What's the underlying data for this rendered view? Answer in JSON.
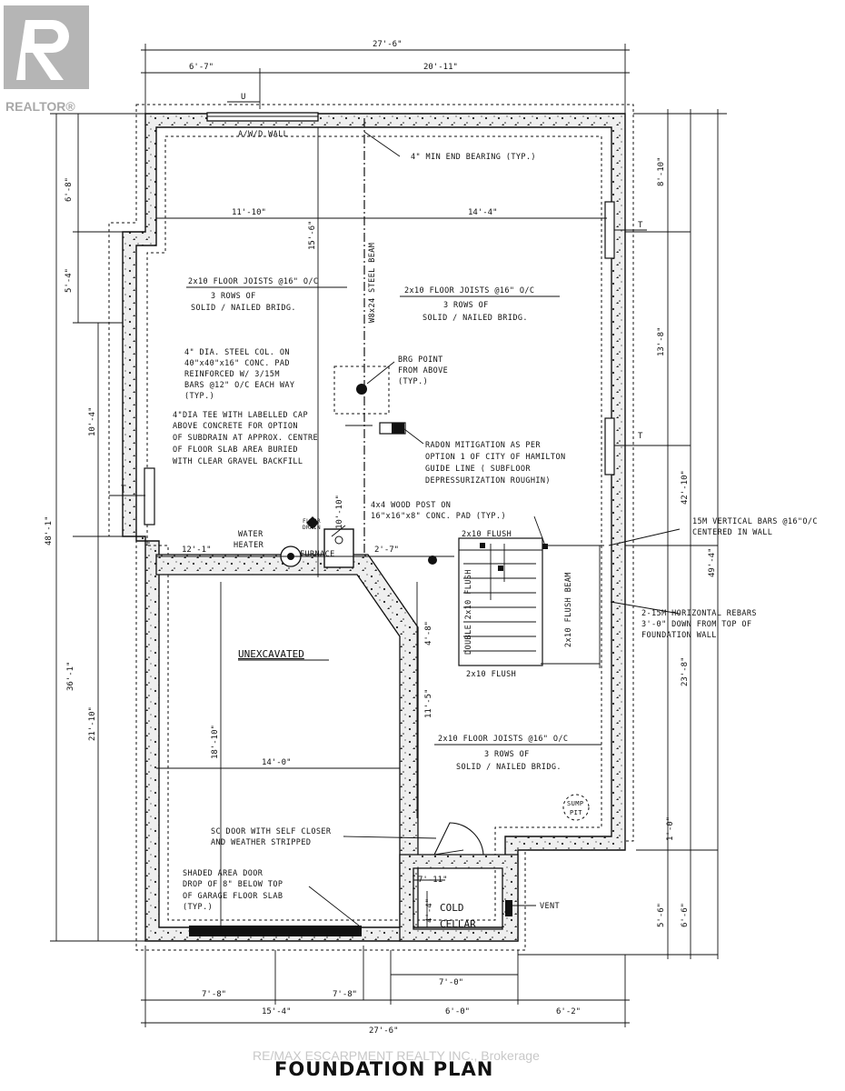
{
  "title": "FOUNDATION PLAN",
  "watermark": "RE/MAX ESCARPMENT REALTY INC., Brokerage",
  "logo": {
    "text": "REALTOR®"
  },
  "dimensions": {
    "top_overall": "27'-6\"",
    "top_left": "6'-7\"",
    "top_right": "20'-11\"",
    "left_outer_overall": "48'-1\"",
    "left_seg1": "6'-8\"",
    "left_seg2": "5'-4\"",
    "left_seg3": "10'-4\"",
    "left_seg4": "36'-1\"",
    "left_seg5": "21'-10\"",
    "right_seg1": "8'-10\"",
    "right_seg2": "13'-8\"",
    "right_overall_a": "42'-10\"",
    "right_overall_b": "49'-4\"",
    "right_seg3": "23'-8\"",
    "right_seg4": "5'-6\"",
    "right_seg5": "6'-6\"",
    "right_seg6": "1'-0\"",
    "room_width_left": "11'-10\"",
    "room_width_right": "14'-4\"",
    "vert_15": "15'-6\"",
    "vert_10": "10'-10\"",
    "mid_left": "12'-1\"",
    "mid_right": "2'-7\"",
    "vert_4": "4'-8\"",
    "vert_11": "11'-5\"",
    "unexc_width": "14'-0\"",
    "unexc_height": "18'-10\"",
    "cellar_w": "7'-11\"",
    "cellar_h": "4'-4\"",
    "bottom_seg1": "7'-8\"",
    "bottom_seg2": "7'-8\"",
    "bottom_seg3": "7'-0\"",
    "bottom_left": "15'-4\"",
    "bottom_mid": "6'-0\"",
    "bottom_right": "6'-2\"",
    "bottom_overall": "27'-6\""
  },
  "labels": {
    "u_mark": "U",
    "t_mark_1": "T",
    "t_mark_2": "T",
    "t_mark_3": "T",
    "window_top": "A/W/D WALL",
    "min_end_bearing": "4\" MIN END BEARING (TYP.)",
    "joists_left_1": "2x10 FLOOR JOISTS @16\" O/C",
    "joists_left_2": "3 ROWS OF",
    "joists_left_3": "SOLID / NAILED BRIDG.",
    "joists_right_1": "2x10 FLOOR JOISTS @16\" O/C",
    "joists_right_2": "3 ROWS OF",
    "joists_right_3": "SOLID / NAILED BRIDG.",
    "steel_beam": "W8x24 STEEL BEAM",
    "brg_1": "BRG POINT",
    "brg_2": "FROM ABOVE",
    "brg_3": "(TYP.)",
    "steel_col_1": "4\" DIA. STEEL COL. ON",
    "steel_col_2": "40\"x40\"x16\" CONC. PAD",
    "steel_col_3": "REINFORCED W/ 3/15M",
    "steel_col_4": "BARS @12\" O/C EACH WAY",
    "steel_col_5": "(TYP.)",
    "tee_1": "4\"DIA TEE WITH LABELLED CAP",
    "tee_2": "ABOVE CONCRETE FOR OPTION",
    "tee_3": "OF SUBDRAIN AT APPROX. CENTRE",
    "tee_4": "OF FLOOR SLAB AREA BURIED",
    "tee_5": "WITH CLEAR GRAVEL BACKFILL",
    "radon_1": "RADON MITIGATION AS PER",
    "radon_2": "OPTION 1 OF CITY OF HAMILTON",
    "radon_3": "GUIDE LINE ( SUBFLOOR",
    "radon_4": "DEPRESSURIZATION ROUGHIN)",
    "wood_post_1": "4x4 WOOD POST ON",
    "wood_post_2": "16\"x16\"x8\" CONC. PAD (TYP.)",
    "vert_bars_1": "15M VERTICAL BARS @16\"O/C",
    "vert_bars_2": "CENTERED IN WALL",
    "horiz_bars_1": "2-15M HORIZONTAL REBARS",
    "horiz_bars_2": "3'-0\" DOWN FROM TOP OF",
    "horiz_bars_3": "FOUNDATION WALL",
    "floor_drain_1": "FLOOR",
    "floor_drain_2": "DRAIN",
    "water_heater_1": "WATER",
    "water_heater_2": "HEATER",
    "furnace": "FURNACE",
    "stair_top": "2x10 FLUSH",
    "stair_beam": "DOUBLE 2x10 FLUSH",
    "flush_beam_right": "2x10 FLUSH BEAM",
    "stair_bottom": "2x10 FLUSH",
    "unexcavated": "UNEXCAVATED",
    "joists_lower_1": "2x10 FLOOR JOISTS @16\" O/C",
    "joists_lower_2": "3 ROWS OF",
    "joists_lower_3": "SOLID / NAILED BRIDG.",
    "sump_1": "SUMP",
    "sump_2": "PIT",
    "door_1": "SC DOOR WITH SELF CLOSER",
    "door_2": "AND WEATHER STRIPPED",
    "shaded_1": "SHADED AREA DOOR",
    "shaded_2": "DROP OF 8\" BELOW TOP",
    "shaded_3": "OF GARAGE FLOOR SLAB",
    "shaded_4": "(TYP.)",
    "cold_cellar_1": "COLD",
    "cold_cellar_2": "CELLAR",
    "vent": "VENT"
  }
}
